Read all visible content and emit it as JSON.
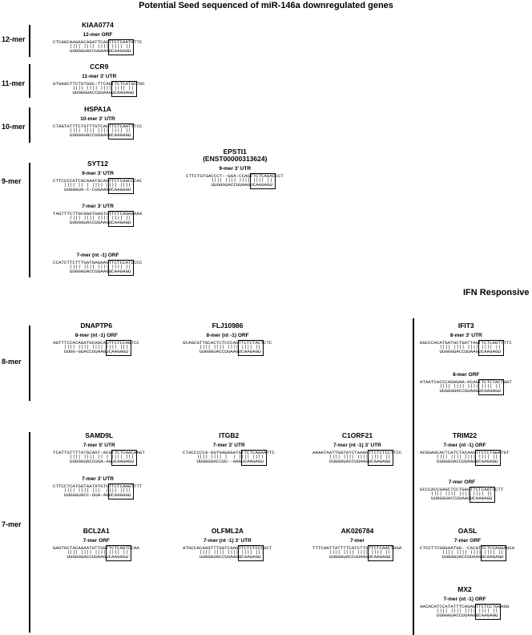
{
  "title": "Potential Seed sequenced of miR-146a downregulated genes",
  "ifn_label": "IFN Responsive",
  "groups": [
    {
      "label": "12-mer"
    },
    {
      "label": "11-mer"
    },
    {
      "label": "10-mer"
    },
    {
      "label": "9-mer"
    },
    {
      "label": "8-mer"
    },
    {
      "label": "7-mer"
    }
  ],
  "entries": [
    {
      "gene": "KIAA0774",
      "type": "12-mer ORF",
      "top": "CTCAGCAAGAGCAGATTCAGTTCTCAATATTC",
      "bottom": "UUGGGUACCUUAAGUCAAGAGU"
    },
    {
      "gene": "CCR9",
      "type": "11-mer 3' UTR",
      "top": "GTGAACTTCTGTGGC-TTCAGTTCTCATGCTGC",
      "bottom": "UUGGGUACCUUAAGUCAAGAGU"
    },
    {
      "gene": "HSPA1A",
      "type": "10-mer 3' UTR",
      "top": "CTAGTATTTCTGTTTGTCAGTTCTCAATTTCC",
      "bottom": "UUGGGUACCUUAAGUCAAGAGU"
    },
    {
      "gene": "SYT12",
      "type": "9-mer 3' UTR",
      "top": "CTTCCCCATCGCAAATGCAGTTCTCAGCCCAC",
      "bottom": "UUGGGUA-C-CUUAAGUCAAGAGU"
    },
    {
      "gene": "EPSTI1\n(ENST00000313624)",
      "type": "9-mer 3' UTR",
      "top": "CTTCTGTGACCCT--GAA-CCAGTTCTCAGACCCT",
      "bottom": "UUGGGUACCUUAAGUCAAGAGU"
    },
    {
      "gene": "",
      "type": "7-mer 3' UTR",
      "top": "TAGTTTCTTGCGGGTGAGTGTTCTCAGAGAAA",
      "bottom": "UUGGGUACCUUAAGUCAAGAGU"
    },
    {
      "gene": "",
      "type": "7-mer (nt -1) ORF",
      "top": "CCATCTTCTTTGATGAGAAGTTCTCCATCCCC",
      "bottom": "UUGGGUACCUUAAGUCAAGAGU"
    },
    {
      "gene": "DNAPTP6",
      "type": "8-mer (nt -1) ORF",
      "top": "AGTTTCCACAGATGCAGCAGTTCTCCAGTCC",
      "bottom": "UUGG-GUACCUUAAGUCAAGAGU"
    },
    {
      "gene": "FLJ10986",
      "type": "8-mer (nt -1) ORF",
      "top": "GCAGCGTTGCACTCTCCCAGTTCTCTACTCTC",
      "bottom": "UUGGGUACCUUAAGUCAAGAGU"
    },
    {
      "gene": "IFIT3",
      "type": "8-mer 3' UTR",
      "top": "GGCCCACATGATGCTGATTAGTTCTCAGTTTTC",
      "bottom": "UUGGGUACCUUAAGUCAAGAGU"
    },
    {
      "gene": "",
      "type": "8-mer ORF",
      "top": "ATAATCACCCAGAGAA-ACAGTTCTCTACTGAT",
      "bottom": "UUGGGUACCUUAAGUCAAGAGU"
    },
    {
      "gene": "SAMD9L",
      "type": "7-mer 5' UTR",
      "top": "TCATTGTTTTATGCAAT-ACGTTCTCAACAAGT",
      "bottom": "UUGGGUACCUUA-AGUCAAGAGU"
    },
    {
      "gene": "ITGB2",
      "type": "7-mer 3' UTR",
      "top": "CTACCCCCA-GGTGAGAGATGTTCTCAGAATTC",
      "bottom": "UUGGGUACCUU--AAGUCAAGAGU"
    },
    {
      "gene": "C1ORF21",
      "type": "7-mer (nt -1) 3' UTR",
      "top": "AAAATAATTGGTATCTAAAGTTCTCTCCTTCC",
      "bottom": "UUGGGUACCUUAAGUCAAGAGU"
    },
    {
      "gene": "TRIM22",
      "type": "7-mer (nt -1) ORF",
      "top": "ACGGAGCACTCATCTACAAGTTCTCTGGATGT",
      "bottom": "UUGGGUACCUUAAGUCAAGAGU"
    },
    {
      "gene": "",
      "type": "7-mer 3' UTR",
      "top": "CTTCCTCATGGTAATATGTGTTCTCAAGTTTT",
      "bottom": "UUGGGUACC-UUA-AGUCAAGAGU"
    },
    {
      "gene": "",
      "type": "7-mer ORF",
      "top": "GCCCACCGAGCTCCTGAGTTCTCAATCCTT",
      "bottom": "UUGGGUACCUUAAGUCAAGAGU"
    },
    {
      "gene": "BCL2A1",
      "type": "7-mer ORF",
      "top": "GAGTGCTACAAAATGTTGGTTCTCAGTCCAA",
      "bottom": "UUGGGUACCUUAAGUCAAGAGU"
    },
    {
      "gene": "OLFML2A",
      "type": "7-mer (nt -1) 3' UTR",
      "top": "ATGCCACAGGTTTGGTCAAGTTCTCTCCCGCT",
      "bottom": "UUGGGUACCUUAAGUCAAGAGU"
    },
    {
      "gene": "AK026784",
      "type": "7-mer",
      "top": "TTTCAATTATTTTCATCTTGTTCTCAACTGGA",
      "bottom": "UUGGGUACCUUAAGUCAAGAGU"
    },
    {
      "gene": "OASL",
      "type": "7-mer ORF",
      "top": "CTCCTTCGGGAATGG--CACGTTCTCCAGGAGCA",
      "bottom": "UUGGGUACCUUAAGUCAAGAGU"
    },
    {
      "gene": "MX2",
      "type": "7-mer (nt -1) ORF",
      "top": "AACACATCCATATTTCAGAGTTCTCCTGGAGG",
      "bottom": "UUGGGUACCUUAAGUCAAGAGU"
    }
  ]
}
